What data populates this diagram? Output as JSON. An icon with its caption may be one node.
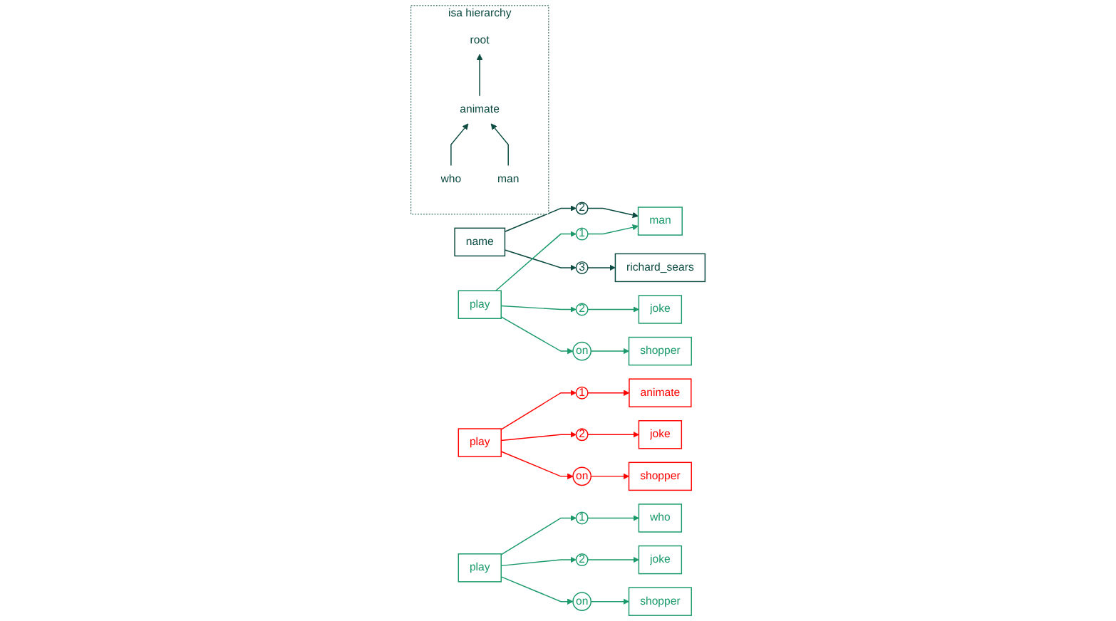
{
  "diagram": {
    "nodes": [
      {
        "text": [
          "name"
        ]
      },
      {
        "text": [
          "2"
        ]
      },
      {
        "text": [
          "man"
        ]
      },
      {
        "text": [
          "1"
        ]
      },
      {
        "text": [
          "play"
        ]
      },
      {
        "text": [
          "2"
        ]
      },
      {
        "text": [
          "joke"
        ]
      },
      {
        "text": [
          "3"
        ]
      },
      {
        "text": [
          "richard_sears"
        ]
      },
      {
        "text": [
          "on"
        ]
      },
      {
        "text": [
          "shopper"
        ]
      },
      {
        "text": [
          "animate"
        ]
      },
      {
        "text": [
          "1"
        ]
      },
      {
        "text": [
          "play"
        ]
      },
      {
        "text": [
          "2"
        ]
      },
      {
        "text": [
          "joke"
        ]
      },
      {
        "text": [
          "on"
        ]
      },
      {
        "text": [
          "shopper"
        ]
      },
      {
        "text": [
          "isa hierarchy"
        ]
      },
      {
        "text": [
          "root"
        ],
        "in": 18
      },
      {
        "text": [
          "animate"
        ],
        "in": 18
      },
      {
        "text": [
          "who"
        ],
        "in": 18
      },
      {
        "text": [
          "man"
        ],
        "in": 18
      },
      {
        "text": [
          "who"
        ]
      },
      {
        "text": [
          "1"
        ]
      },
      {
        "text": [
          "play"
        ]
      },
      {
        "text": [
          "2"
        ]
      },
      {
        "text": [
          "joke"
        ]
      },
      {
        "text": [
          "on"
        ]
      },
      {
        "text": [
          "shopper"
        ]
      }
    ],
    "edges": [
      {
        "from": 0,
        "to": 1,
        "arrow": "to",
        "color": "#0b4a40"
      },
      {
        "from": 1,
        "to": 2,
        "arrow": "to",
        "color": "#0b4a40"
      },
      {
        "from": 0,
        "to": 7,
        "arrow": "to",
        "color": "#0b4a40"
      },
      {
        "from": 7,
        "to": 8,
        "arrow": "to",
        "color": "#0b4a40"
      },
      {
        "from": 4,
        "to": 3,
        "arrow": "to"
      },
      {
        "from": 3,
        "to": 2,
        "arrow": "to"
      },
      {
        "from": 4,
        "to": 5,
        "arrow": "to"
      },
      {
        "from": 5,
        "to": 6,
        "arrow": "to"
      },
      {
        "from": 4,
        "to": 9,
        "arrow": "to"
      },
      {
        "from": 9,
        "to": 10,
        "arrow": "to"
      },
      {
        "from": 13,
        "to": 12,
        "arrow": "to",
        "color": "#ff0000"
      },
      {
        "from": 12,
        "to": 11,
        "arrow": "to",
        "color": "#ff0000"
      },
      {
        "from": 13,
        "to": 14,
        "arrow": "to",
        "color": "#ff0000"
      },
      {
        "from": 14,
        "to": 15,
        "arrow": "to",
        "color": "#ff0000"
      },
      {
        "from": 13,
        "to": 16,
        "arrow": "to",
        "color": "#ff0000"
      },
      {
        "from": 16,
        "to": 17,
        "arrow": "to",
        "color": "#ff0000"
      },
      {
        "from": 20,
        "to": 19,
        "arrow": "to",
        "color": "#0b4a40"
      },
      {
        "from": 21,
        "to": 20,
        "arrow": "to",
        "color": "#0b4a40"
      },
      {
        "from": 22,
        "to": 20,
        "arrow": "to",
        "color": "#0b4a40"
      },
      {
        "from": 25,
        "to": 24,
        "arrow": "to"
      },
      {
        "from": 24,
        "to": 23,
        "arrow": "to"
      },
      {
        "from": 25,
        "to": 26,
        "arrow": "to"
      },
      {
        "from": 26,
        "to": 27,
        "arrow": "to"
      },
      {
        "from": 25,
        "to": 28,
        "arrow": "to"
      },
      {
        "from": 28,
        "to": 29,
        "arrow": "to"
      }
    ]
  }
}
